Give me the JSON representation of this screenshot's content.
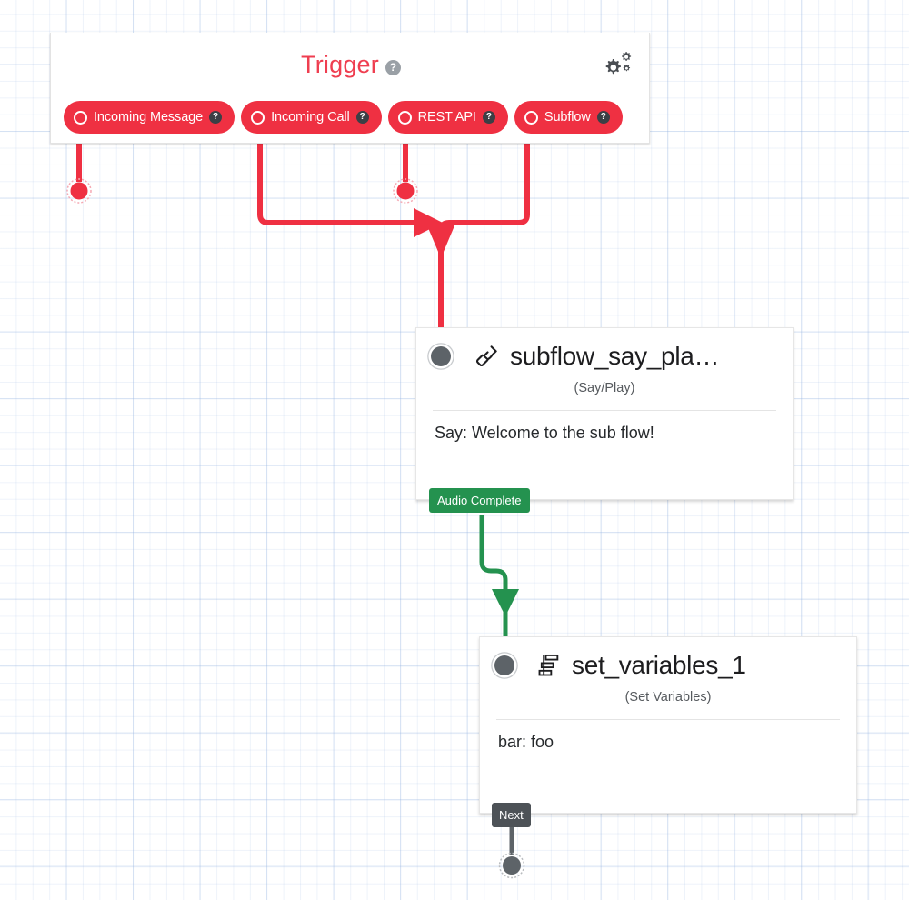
{
  "canvas": {
    "grid": true,
    "background_color": "#ffffff",
    "grid_color": "#d6e2f5"
  },
  "trigger_card": {
    "title": "Trigger",
    "help_icon": "help-circle-icon",
    "help_glyph": "?",
    "settings_icon": "gears-icon",
    "accent_color": "#f5304a",
    "pills": [
      {
        "label": "Incoming Message",
        "help_glyph": "?",
        "icon": "radio-circle-icon"
      },
      {
        "label": "Incoming Call",
        "help_glyph": "?",
        "icon": "radio-circle-icon"
      },
      {
        "label": "REST API",
        "help_glyph": "?",
        "icon": "radio-circle-icon"
      },
      {
        "label": "Subflow",
        "help_glyph": "?",
        "icon": "radio-circle-icon"
      }
    ]
  },
  "nodes": [
    {
      "title": "subflow_say_pla…",
      "subtitle": "(Say/Play)",
      "body": "Say: Welcome to the sub flow!",
      "icon": "phone-handset-icon",
      "handle_color": "#5d6368"
    },
    {
      "title": "set_variables_1",
      "subtitle": "(Set Variables)",
      "body": "bar: foo",
      "icon": "set-variables-icon",
      "handle_color": "#5d6368"
    }
  ],
  "edges": {
    "trigger_color": "#ef3042",
    "audio_complete_label": "Audio Complete",
    "audio_complete_color": "#24924f",
    "next_label": "Next",
    "next_color": "#4d5257"
  }
}
